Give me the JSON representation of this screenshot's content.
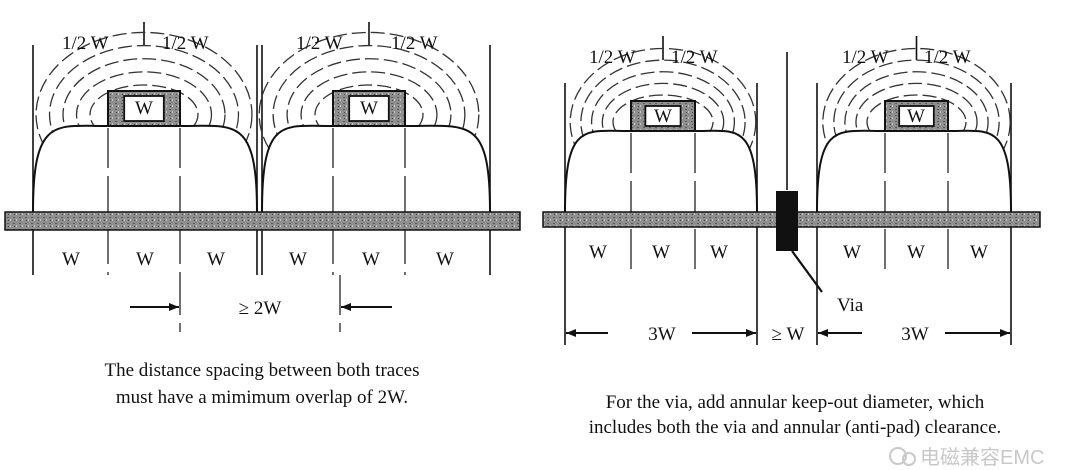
{
  "left_figure": {
    "half_w_labels": [
      [
        "1/2 W",
        "1/2 W"
      ],
      [
        "1/2 W",
        "1/2 W"
      ]
    ],
    "trace_label": "W",
    "width_labels": [
      "W",
      "W",
      "W",
      "W",
      "W",
      "W"
    ],
    "spacing_label": "≥ 2W",
    "caption": [
      "The distance spacing between both traces",
      "must have a mimimum overlap of 2W."
    ]
  },
  "right_figure": {
    "half_w_labels": [
      [
        "1/2 W",
        "1/2 W"
      ],
      [
        "1/2 W",
        "1/2 W"
      ]
    ],
    "trace_label": "W",
    "width_labels": [
      "W",
      "W",
      "W",
      "W",
      "W",
      "W"
    ],
    "via_label": "Via",
    "dim_left": "3W",
    "dim_mid": "≥ W",
    "dim_right": "3W",
    "caption": [
      "For the via, add annular keep-out diameter, which",
      "includes both the via and annular (anti-pad) clearance."
    ]
  },
  "watermark": "电磁兼容EMC",
  "colors": {
    "ink": "#111111",
    "plane": "#8a8a8a",
    "trace_fill": "#9a9a9a"
  }
}
